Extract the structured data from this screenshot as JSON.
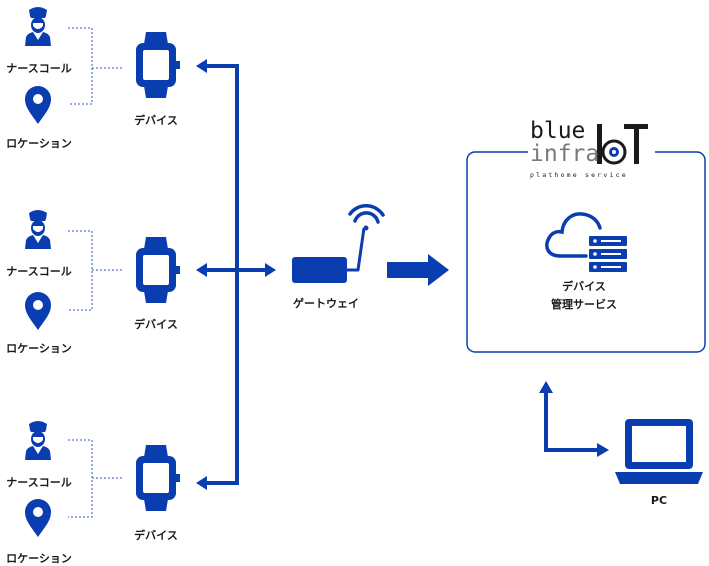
{
  "colors": {
    "primary": "#0a3db0",
    "dashed": "#2f57c6",
    "text": "#1a1a1a"
  },
  "groups": [
    {
      "nurse_call_label": "ナースコール",
      "location_label": "ロケーション",
      "device_label": "デバイス"
    },
    {
      "nurse_call_label": "ナースコール",
      "location_label": "ロケーション",
      "device_label": "デバイス"
    },
    {
      "nurse_call_label": "ナースコール",
      "location_label": "ロケーション",
      "device_label": "デバイス"
    }
  ],
  "gateway": {
    "label": "ゲートウェイ"
  },
  "cloud_box": {
    "logo_blue": "blue",
    "logo_infra": "infra",
    "logo_iot": "IoT",
    "logo_tagline": "plathome service",
    "service_line1": "デバイス",
    "service_line2": "管理サービス"
  },
  "pc": {
    "label": "PC"
  },
  "icons": [
    "nurse-icon",
    "location-pin-icon",
    "smartwatch-icon",
    "wifi-icon",
    "gateway-icon",
    "cloud-server-icon",
    "laptop-icon"
  ]
}
